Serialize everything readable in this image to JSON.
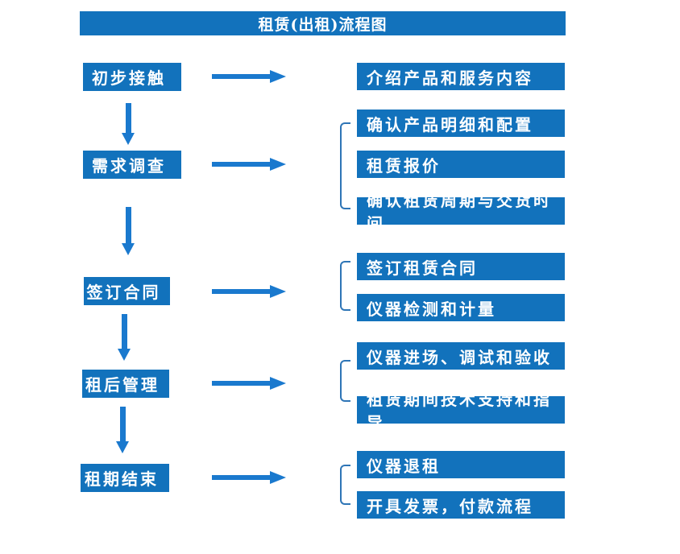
{
  "title": "租赁(出租)流程图",
  "colors": {
    "box_blue": "#1272bc",
    "arrow_blue": "#1a79ce",
    "bracket_blue": "#2e75b6",
    "text_white": "#ffffff"
  },
  "stages": [
    {
      "label": "初步接触",
      "outputs": [
        "介绍产品和服务内容"
      ]
    },
    {
      "label": "需求调查",
      "outputs": [
        "确认产品明细和配置",
        "租赁报价",
        "确认租赁周期与交货时间"
      ]
    },
    {
      "label": "签订合同",
      "outputs": [
        "签订租赁合同",
        "仪器检测和计量"
      ]
    },
    {
      "label": "租后管理",
      "outputs": [
        "仪器进场、调试和验收",
        "租赁期间技术支持和指导"
      ]
    },
    {
      "label": "租期结束",
      "outputs": [
        "仪器退租",
        "开具发票，付款流程"
      ]
    }
  ]
}
